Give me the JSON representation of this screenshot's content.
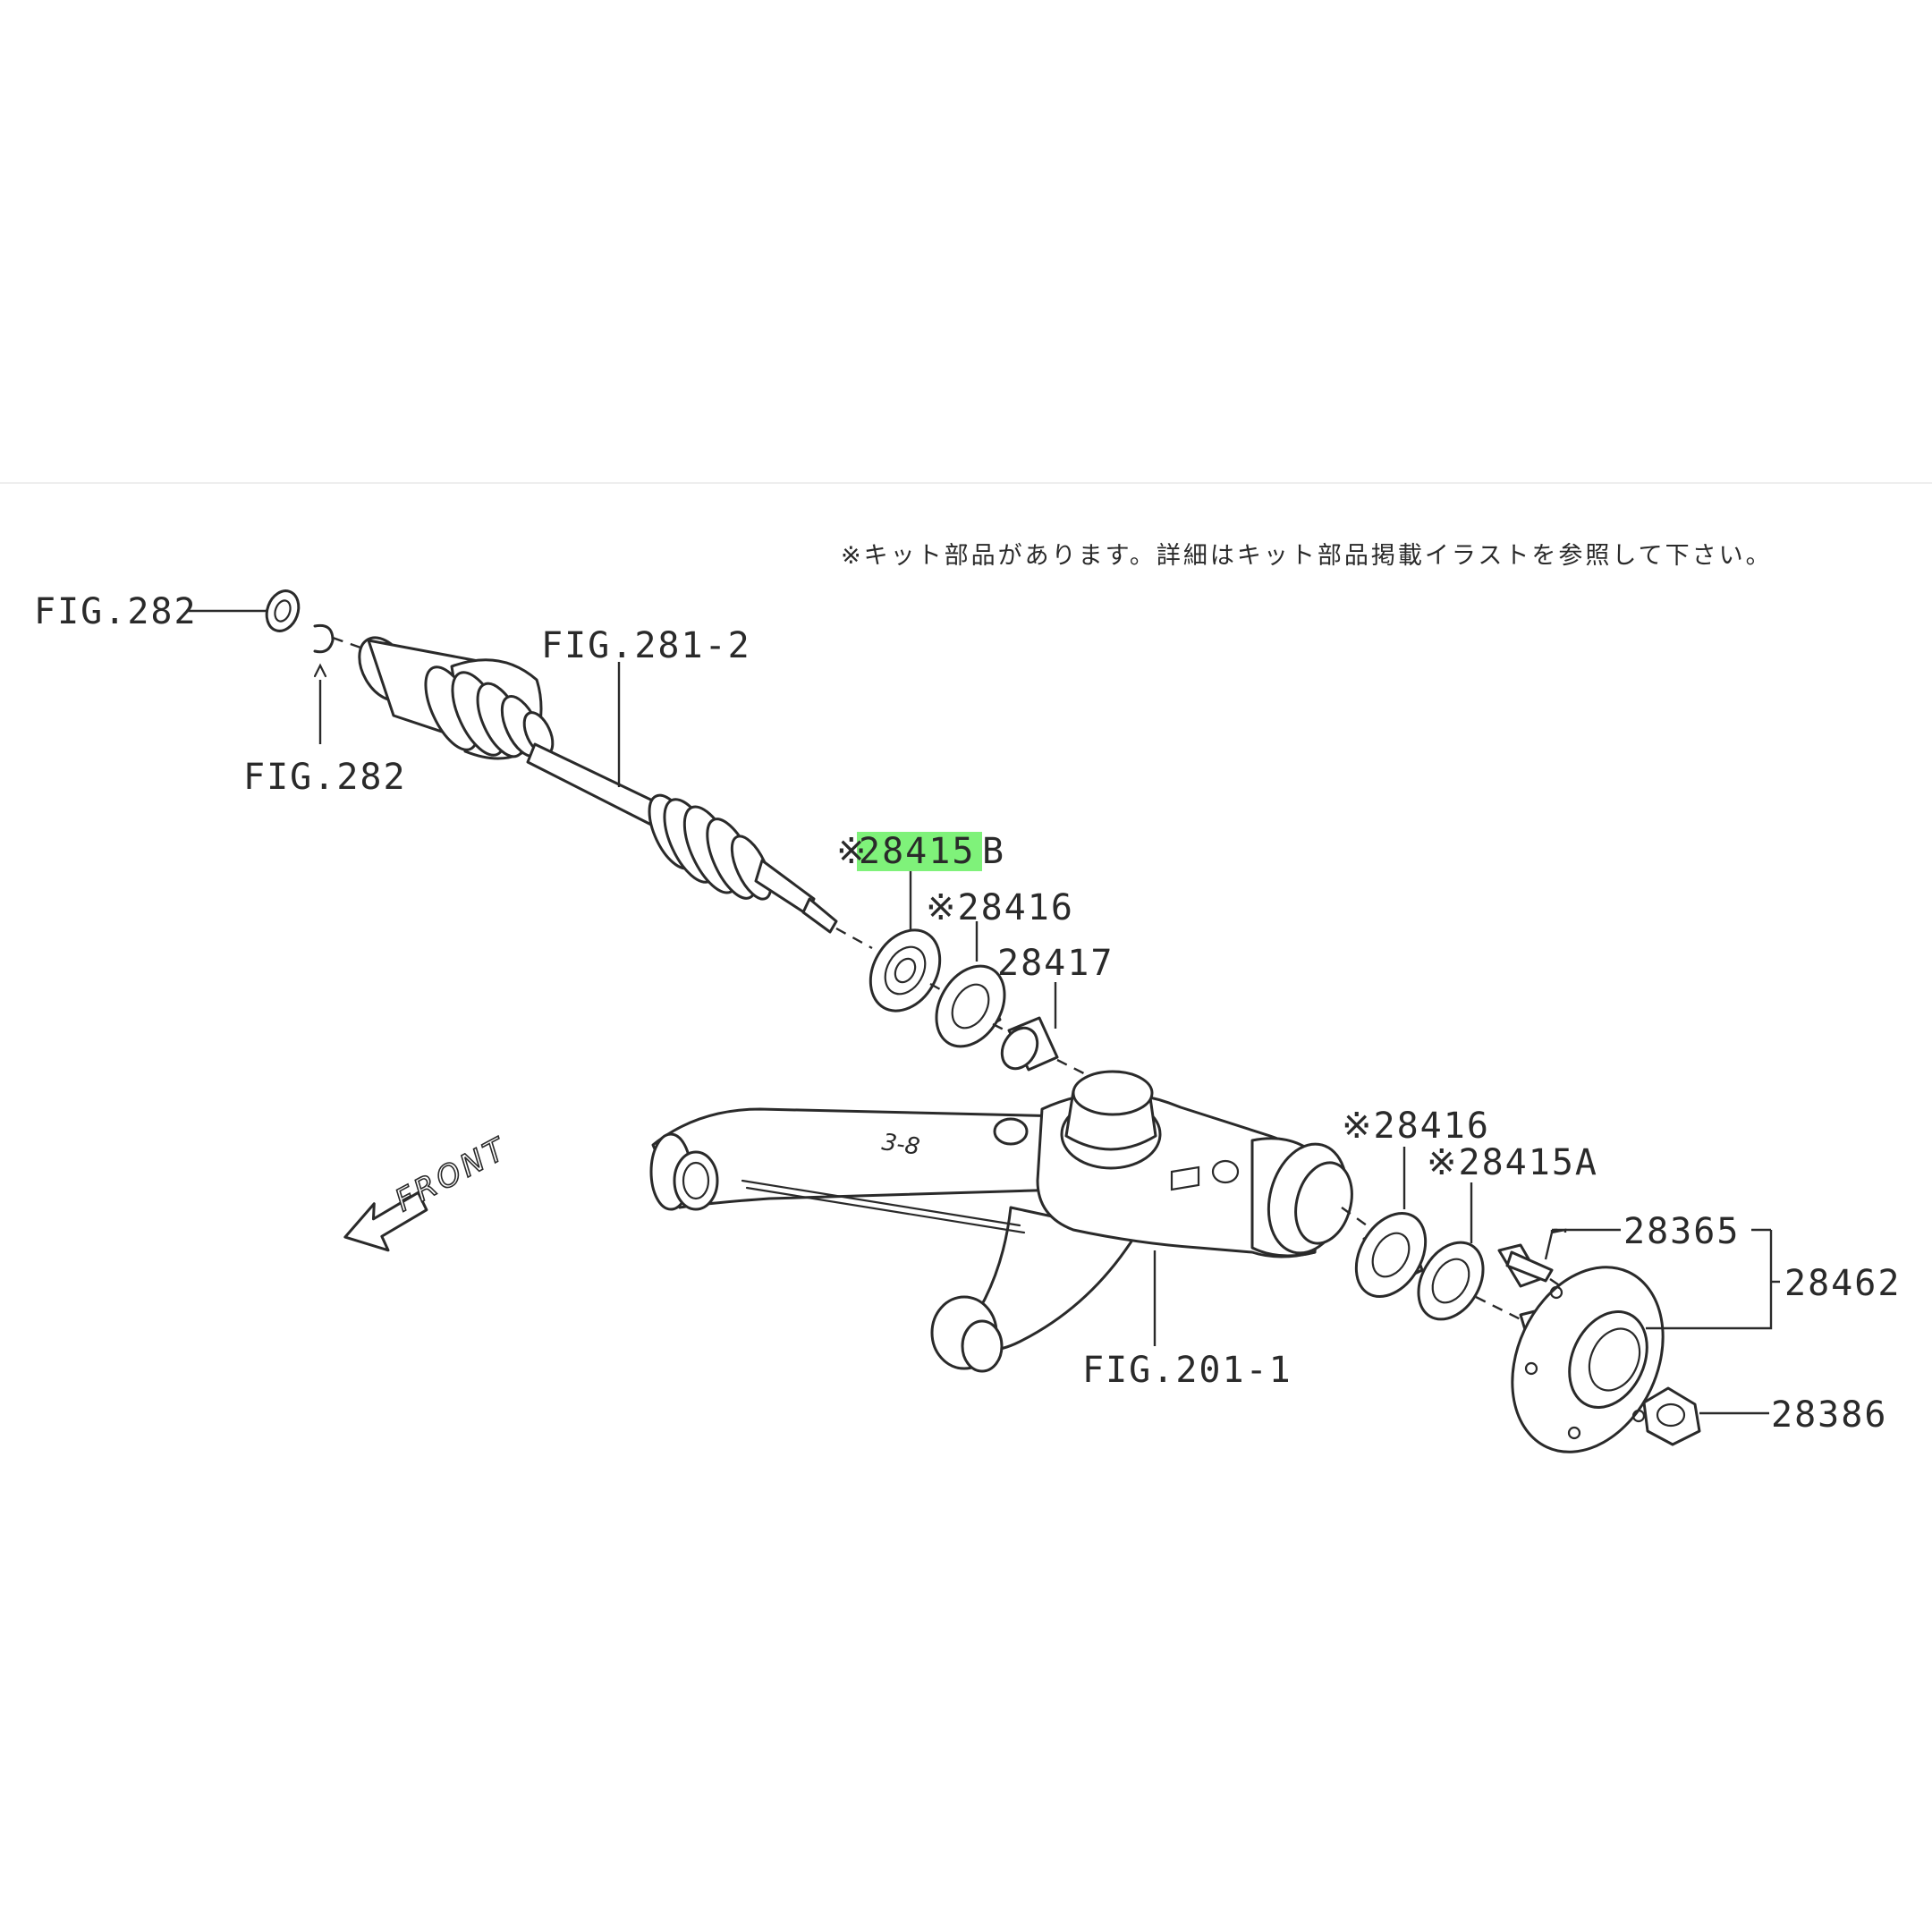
{
  "note": "※キット部品があります。詳細はキット部品掲載イラストを参照して下さい。",
  "front_label": "FRONT",
  "highlight_color": "#7ff27a",
  "labels": {
    "fig282_top": "FIG.282",
    "fig282_bottom": "FIG.282",
    "fig281_2": "FIG.281-2",
    "p28415b_mark": "※",
    "p28415b_num": "28415",
    "p28415b_suffix": "B",
    "p28416_upper": "※28416",
    "p28417": "28417",
    "p28416_lower": "※28416",
    "p28415a": "※28415A",
    "p28365": "28365",
    "p28462": "28462",
    "p28386": "28386",
    "fig201_1": "FIG.201-1"
  }
}
